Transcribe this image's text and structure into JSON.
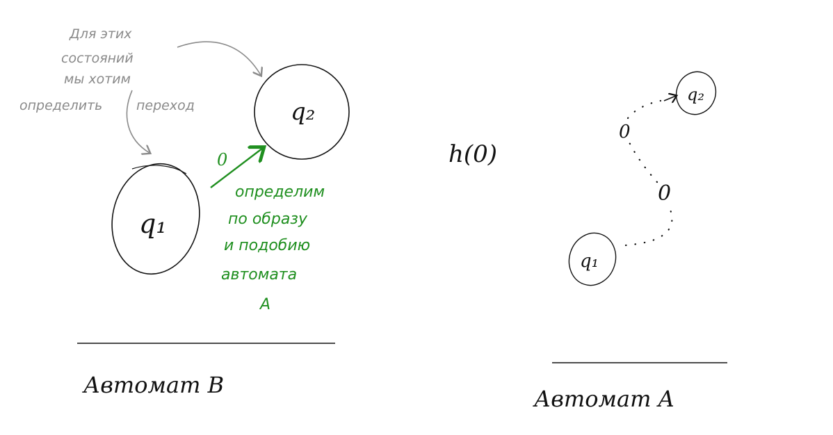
{
  "colors": {
    "ink": "#111111",
    "note_gray": "#8a8a8a",
    "note_green": "#1f8f1f",
    "background": "#ffffff"
  },
  "left_panel": {
    "state_q1": "q₁",
    "state_q2": "q₂",
    "gray_note_lines": [
      "Для этих",
      "состояний",
      "мы хотим",
      "определить",
      "переход"
    ],
    "transition_symbol": "0",
    "green_note_lines": [
      "определим",
      "по образу",
      "и подобию",
      "автомата",
      "A"
    ],
    "caption": "Автомат B"
  },
  "right_panel": {
    "state_q1": "q₁",
    "state_q2": "q₂",
    "intermediate_state_1": "0",
    "intermediate_state_2": "0",
    "formula": "h(0)",
    "caption": "Автомат A"
  }
}
